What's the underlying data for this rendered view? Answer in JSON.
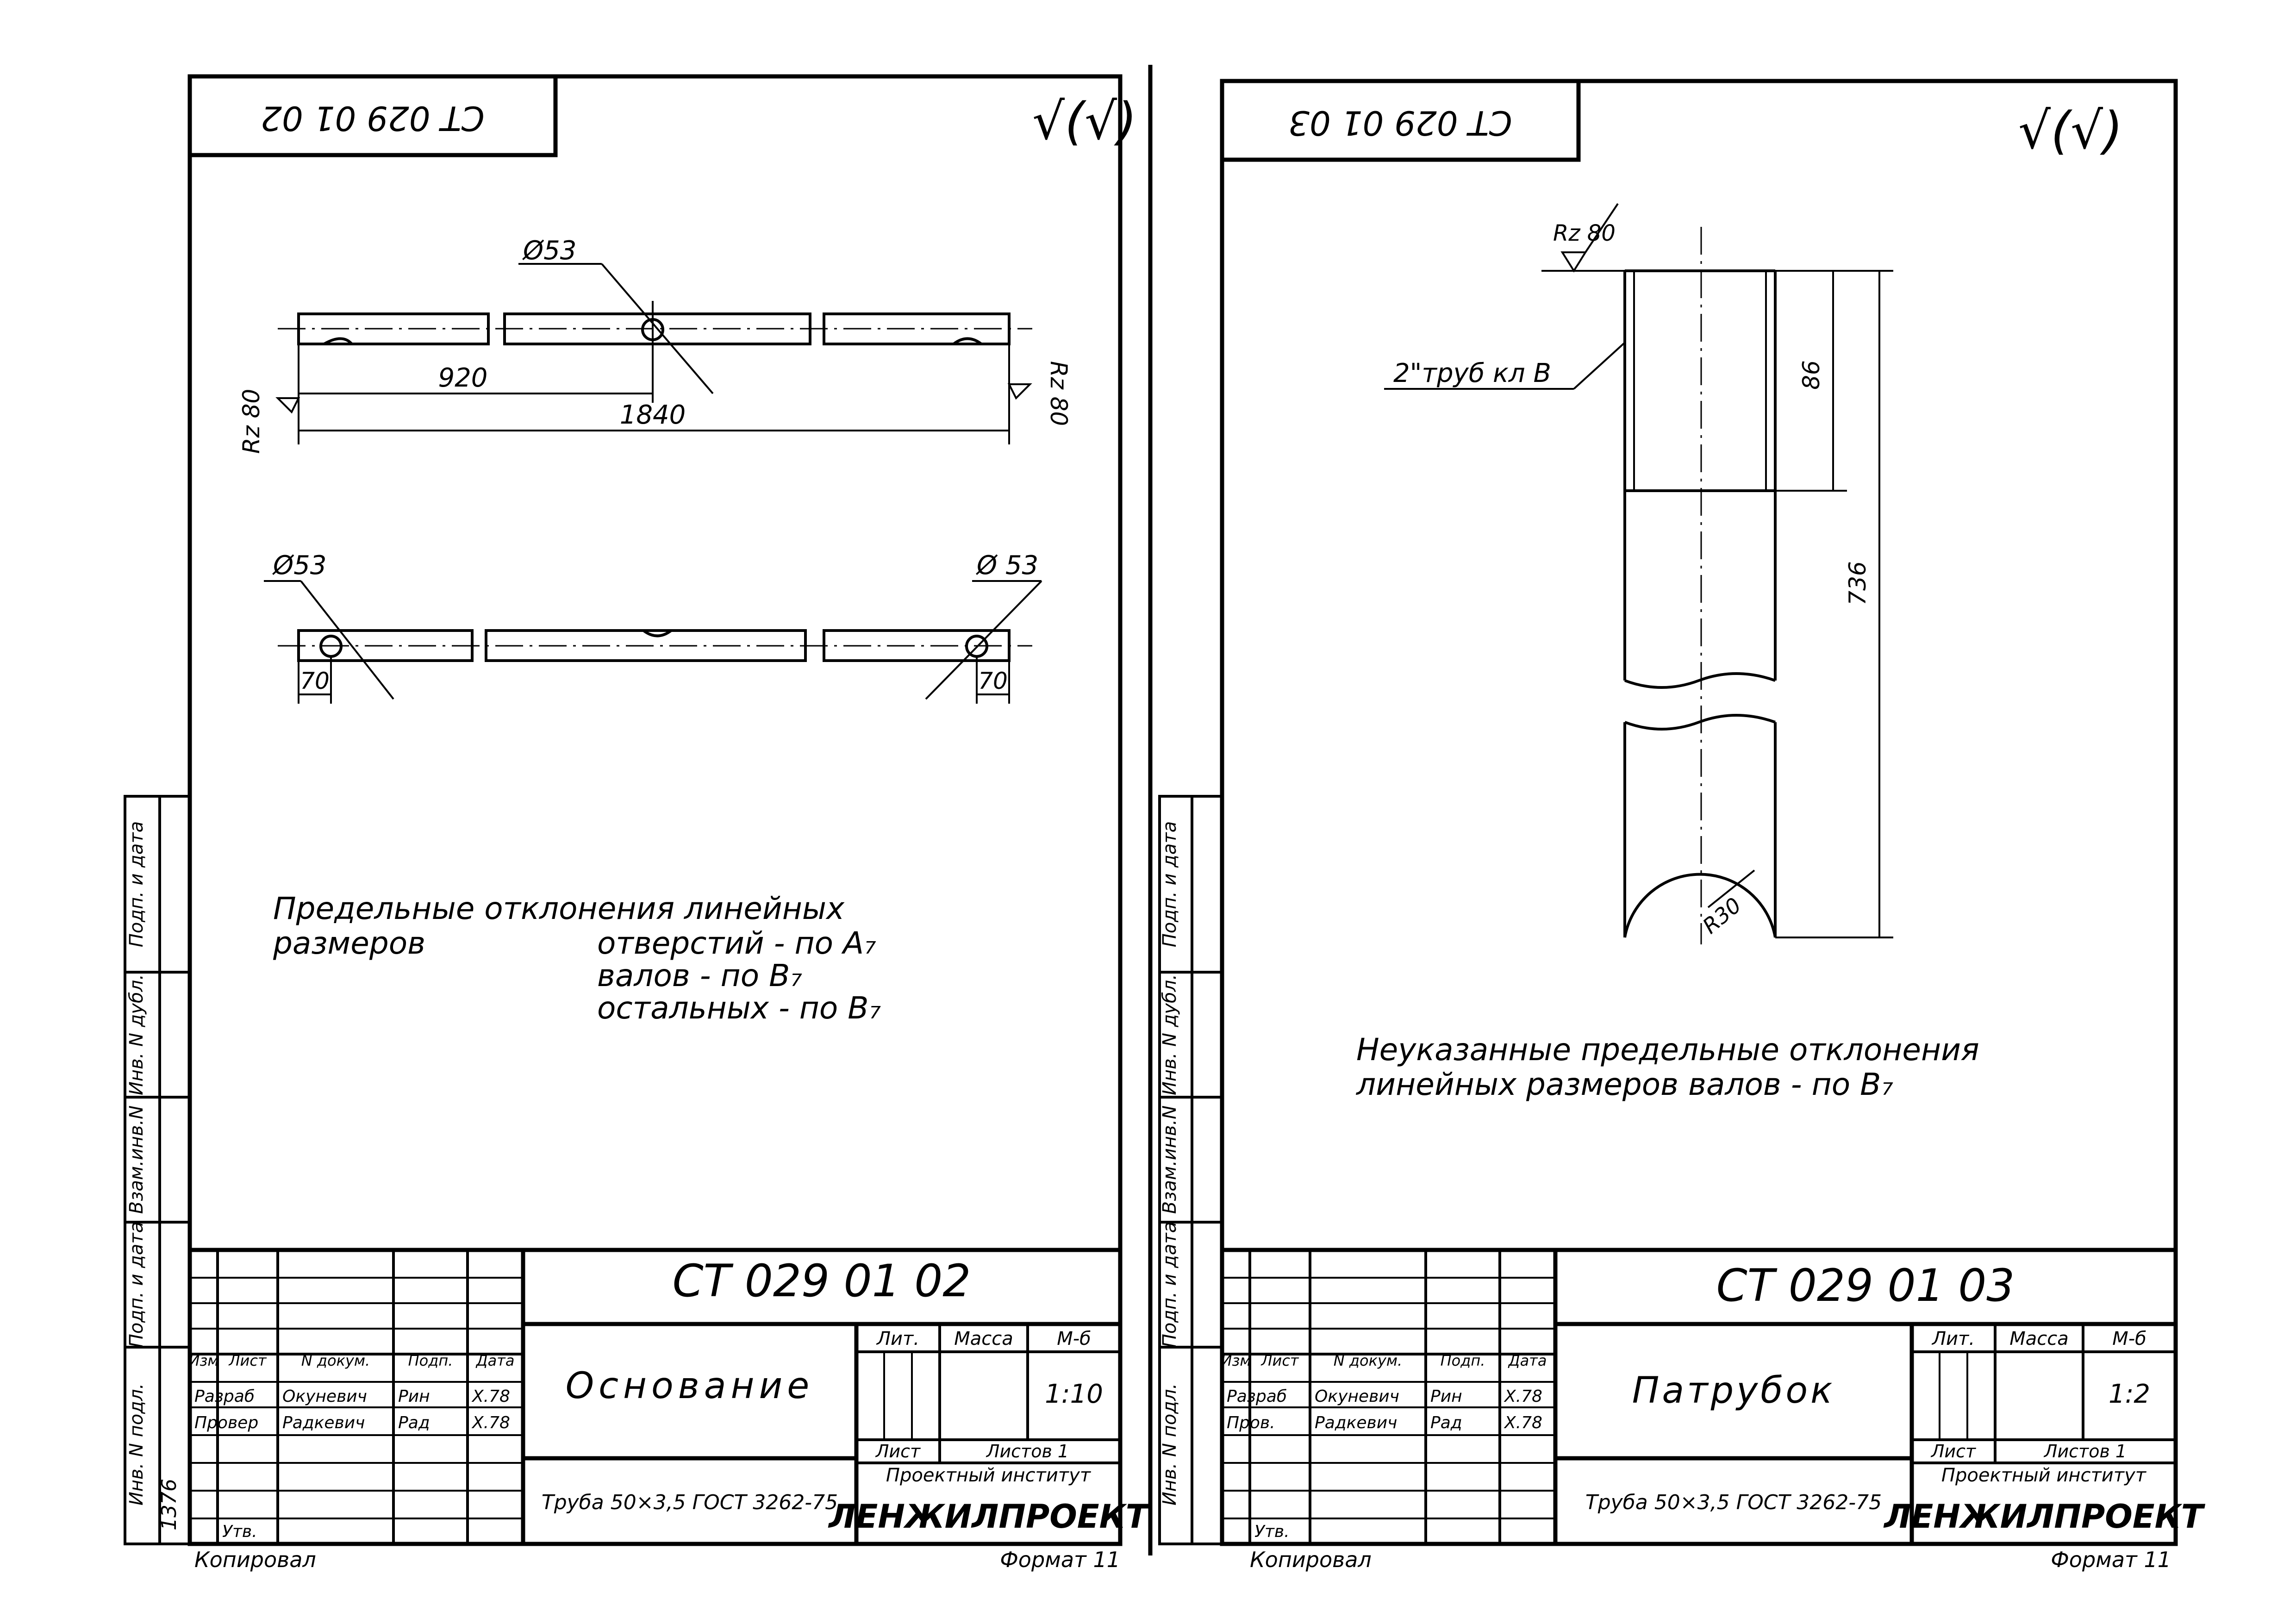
{
  "left_sheet": {
    "stamp_code": "CT 029 01 02",
    "roughness_general": "√(√)",
    "dimensions": {
      "hole_top": "Ø53",
      "half_length": "920",
      "full_length": "1840",
      "hole_left": "Ø53",
      "hole_right": "Ø 53",
      "offset_left": "70",
      "offset_right": "70",
      "roughness_left": "Rz 80",
      "roughness_right": "Rz 80"
    },
    "notes": [
      "Предельные отклонения линейных",
      "размеров",
      "отверстий - по А₇",
      "валов - по В₇",
      "остальных - по В₇"
    ],
    "title_block": {
      "designation": "CT 029 01 02",
      "name": "Основание",
      "material": "Труба 50×3,5 ГОСТ 3262-75",
      "lit_label": "Лит.",
      "mass_label": "Масса",
      "scale_label": "М-б",
      "scale": "1:10",
      "sheet_label": "Лист",
      "sheets_label": "Листов 1",
      "institute_label": "Проектный институт",
      "institute": "ЛЕНЖИЛПРОЕКТ",
      "col_headers": [
        "Изм",
        "Лист",
        "N докум.",
        "Подп.",
        "Дата"
      ],
      "rows": [
        {
          "role": "Разраб",
          "name": "Окуневич",
          "sign": "Рин",
          "date": "X.78"
        },
        {
          "role": "Провер",
          "name": "Радкевич",
          "sign": "Рад",
          "date": "X.78"
        },
        {
          "role": "",
          "name": "",
          "sign": "",
          "date": ""
        },
        {
          "role": "Утв.",
          "name": "",
          "sign": "",
          "date": ""
        }
      ]
    },
    "side_labels": [
      "Инв. N подл.",
      "Подп. и дата",
      "Взам.инв.N",
      "Инв. N дубл.",
      "Подп. и дата"
    ],
    "inv_no": "1376",
    "footer_left": "Копировал",
    "footer_right": "Формат 11"
  },
  "right_sheet": {
    "stamp_code": "CT 029 01 03",
    "roughness_general": "√(√)",
    "dimensions": {
      "roughness_top": "Rz 80",
      "pipe_callout": "2\"труб кл В",
      "length_short": "86",
      "length_total": "736",
      "radius": "R30"
    },
    "notes": [
      "Неуказанные предельные отклонения",
      "линейных размеров валов - по В₇"
    ],
    "title_block": {
      "designation": "CT 029 01 03",
      "name": "Патрубок",
      "material": "Труба 50×3,5 ГОСТ 3262-75",
      "lit_label": "Лит.",
      "mass_label": "Масса",
      "scale_label": "М-б",
      "scale": "1:2",
      "sheet_label": "Лист",
      "sheets_label": "Листов 1",
      "institute_label": "Проектный институт",
      "institute": "ЛЕНЖИЛПРОЕКТ",
      "col_headers": [
        "Изм",
        "Лист",
        "N докум.",
        "Подп.",
        "Дата"
      ],
      "rows": [
        {
          "role": "Разраб",
          "name": "Окуневич",
          "sign": "Рин",
          "date": "X.78"
        },
        {
          "role": "Пров.",
          "name": "Радкевич",
          "sign": "Рад",
          "date": "X.78"
        },
        {
          "role": "",
          "name": "",
          "sign": "",
          "date": ""
        },
        {
          "role": "Утв.",
          "name": "",
          "sign": "",
          "date": ""
        }
      ]
    },
    "side_labels": [
      "Инв. N подл.",
      "Подп. и дата",
      "Взам.инв.N",
      "Инв. N дубл.",
      "Подп. и дата"
    ],
    "inv_no": "",
    "footer_left": "Копировал",
    "footer_right": "Формат 11"
  }
}
